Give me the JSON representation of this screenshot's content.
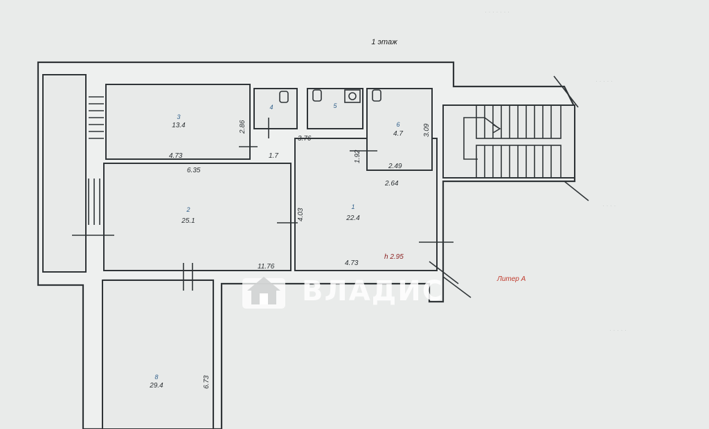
{
  "floor_title": "1 этаж",
  "liter": "Литер А",
  "ceiling_height": "h 2.95",
  "watermark": {
    "brand": "ВЛАДИС",
    "icon": "house-logo-icon"
  },
  "rooms": [
    {
      "id": "room-3",
      "number": "3",
      "area": "13.4"
    },
    {
      "id": "room-4",
      "number": "4",
      "area": ""
    },
    {
      "id": "room-5",
      "number": "5",
      "area": ""
    },
    {
      "id": "room-6",
      "number": "6",
      "area": "4.7"
    },
    {
      "id": "room-2",
      "number": "2",
      "area": "25.1"
    },
    {
      "id": "room-1",
      "number": "1",
      "area": "22.4"
    },
    {
      "id": "room-8",
      "number": "8",
      "area": "29.4"
    }
  ],
  "dimensions": {
    "d_473_top": "4.73",
    "d_286": "2.86",
    "d_17": "1.7",
    "d_376": "3.76",
    "d_192": "1.92",
    "d_309": "3.09",
    "d_249": "2.49",
    "d_635": "6.35",
    "d_264": "2.64",
    "d_403": "4.03",
    "d_1176": "11.76",
    "d_473_bottom": "4.73",
    "d_673": "6.73"
  },
  "colors": {
    "line": "#2f3437",
    "paper": "#e9ebea",
    "liter": "#c0392b",
    "room_number": "#2f5f8a"
  }
}
